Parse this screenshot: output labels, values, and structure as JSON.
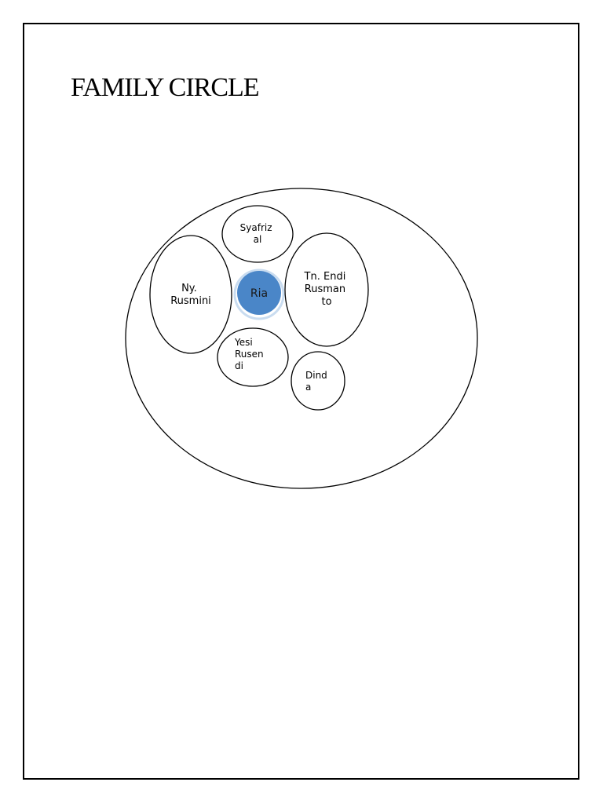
{
  "title": "FAMILY CIRCLE",
  "center": {
    "name": "Ria",
    "fill_color": "#4a86c8",
    "text_color": "#1a1a1a"
  },
  "members": [
    {
      "id": "syafrizal",
      "lines": [
        "Syafriz",
        "al"
      ]
    },
    {
      "id": "rusmini",
      "lines": [
        "Ny.",
        "Rusmini"
      ]
    },
    {
      "id": "endi",
      "lines": [
        "Tn. Endi",
        "Rusman",
        "to"
      ]
    },
    {
      "id": "yesi",
      "lines": [
        "Yesi",
        "Rusen",
        "di"
      ]
    },
    {
      "id": "dinda",
      "lines": [
        "Dind",
        "a"
      ]
    }
  ]
}
